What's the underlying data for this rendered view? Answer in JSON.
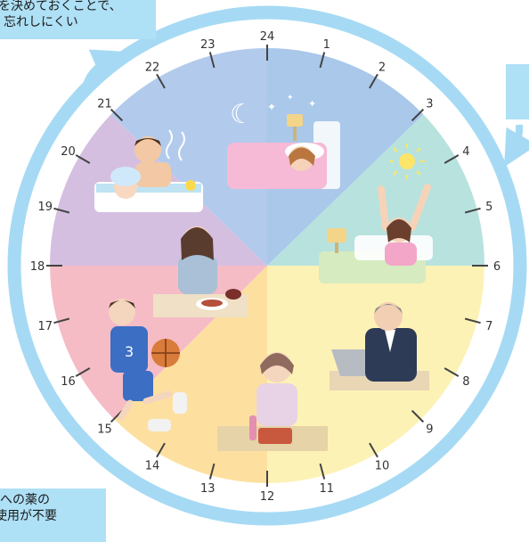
{
  "clock": {
    "hours": [
      "24",
      "1",
      "2",
      "3",
      "4",
      "5",
      "6",
      "7",
      "8",
      "9",
      "10",
      "11",
      "12",
      "13",
      "14",
      "15",
      "16",
      "17",
      "18",
      "19",
      "20",
      "21",
      "22",
      "23"
    ]
  },
  "callouts": {
    "top_left_line1": "を決めておくことで、",
    "top_left_line2": "忘れしにくい",
    "bottom_left_line1": "への薬の",
    "bottom_left_line2": "使用が不要"
  },
  "colors": {
    "ring": "#a6daf4",
    "night": "#a9c8ea",
    "morning": "#b8e2de",
    "day": "#fdf2b5",
    "afternoon": "#fde0a0",
    "evening": "#f5bcc6",
    "bath": "#d5bfe0",
    "ticks": "#444444"
  },
  "scenes": {
    "sleep": "sleeping-woman",
    "wake": "waking-woman",
    "work": "working-man",
    "lunch": "lunch-woman",
    "sport": "basketball-boy",
    "dinner": "dinner-woman",
    "bath": "father-child-bath"
  }
}
